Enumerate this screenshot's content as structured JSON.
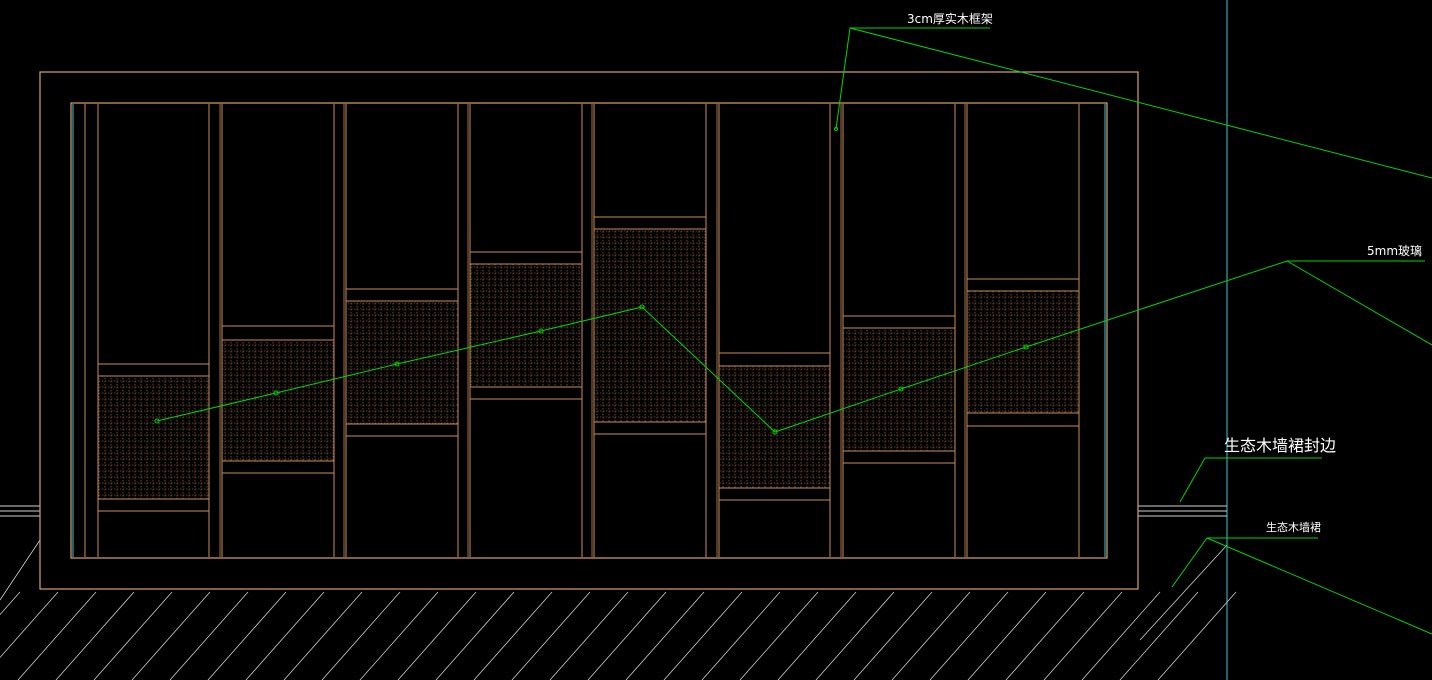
{
  "labels": {
    "frame": "3cm厚实木框架",
    "glass": "5mm玻璃",
    "edge": "生态木墙裙封边",
    "skirting": "生态木墙裙"
  },
  "colors": {
    "background": "#000000",
    "frame": "#d9a46b",
    "panel": "#c98e5d",
    "mesh": "#b87a4f",
    "leader": "#00d600",
    "cyan": "#3cc6cf",
    "hatch": "#cfcfcf",
    "text": "#ffffff"
  }
}
